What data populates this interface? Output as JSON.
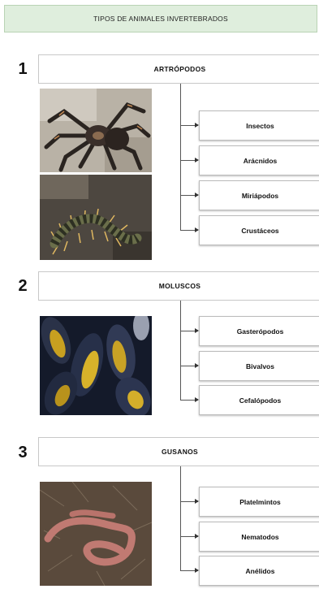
{
  "header": {
    "title": "TIPOS DE ANIMALES INVERTEBRADOS"
  },
  "groups": [
    {
      "number": "1",
      "name": "ARTRÓPODOS",
      "photos": [
        "tarantula-photo",
        "centipede-photo"
      ],
      "subtypes": [
        "Insectos",
        "Arácnidos",
        "Miriápodos",
        "Crustáceos"
      ]
    },
    {
      "number": "2",
      "name": "MOLUSCOS",
      "photos": [
        "mussels-photo"
      ],
      "subtypes": [
        "Gasterópodos",
        "Bivalvos",
        "Cefalópodos"
      ]
    },
    {
      "number": "3",
      "name": "GUSANOS",
      "photos": [
        "earthworm-photo"
      ],
      "subtypes": [
        "Platelmintos",
        "Nematodos",
        "Anélidos"
      ]
    }
  ],
  "colors": {
    "header_bg": "#dfeedd",
    "connector": "#555555"
  }
}
